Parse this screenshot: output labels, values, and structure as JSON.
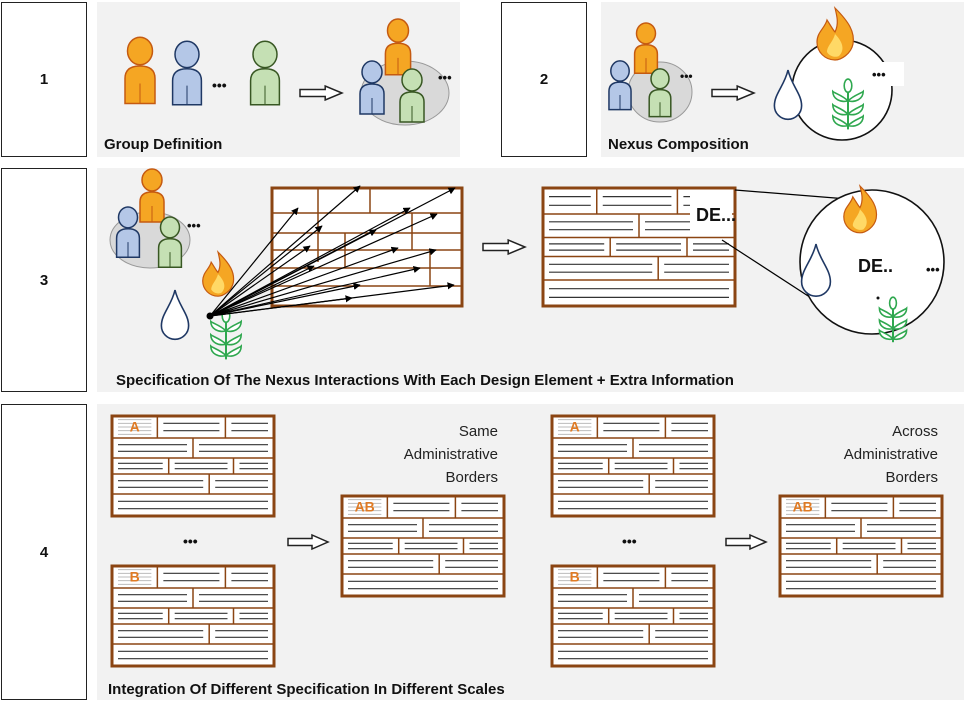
{
  "steps": [
    "1",
    "2",
    "3",
    "4"
  ],
  "captions": {
    "group_definition": "Group Definition",
    "nexus_composition": "Nexus Composition",
    "specification": "Specification Of The Nexus Interactions With Each Design Element + Extra Information",
    "integration": "Integration Of Different Specification In Different Scales"
  },
  "labels": {
    "ellipsis": "•••",
    "design_element": "DE...",
    "design_element_short": "DE..",
    "region_a": "A",
    "region_b": "B",
    "region_ab": "AB",
    "same_borders": [
      "Same",
      "Administrative",
      "Borders"
    ],
    "across_borders": [
      "Across",
      "Administrative",
      "Borders"
    ]
  },
  "colors": {
    "frame_brown": "#8B4513",
    "panel_gray": "#f2f2f2",
    "person_orange": "#F5A623",
    "person_blue": "#B4C7E7",
    "person_green": "#C5E0B4",
    "leaf_green": "#2FA84F",
    "fire_orange": "#F5A623",
    "region_label": "#E07B24"
  },
  "icons": [
    "person-icon",
    "water-drop-icon",
    "fire-icon",
    "wheat-icon",
    "arrow-right-icon"
  ]
}
